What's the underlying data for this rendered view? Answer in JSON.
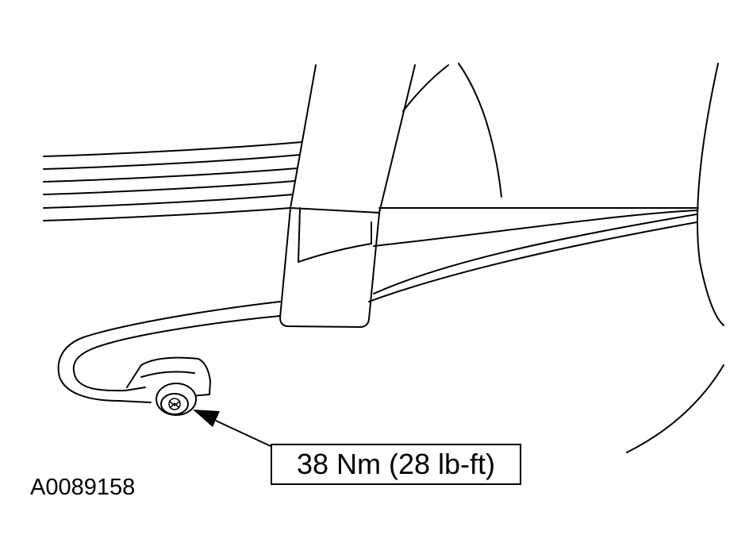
{
  "callout": {
    "torque": "38 Nm (28 lb-ft)"
  },
  "figure": {
    "id": "A0089158"
  },
  "colors": {
    "line": "#000000",
    "background": "#ffffff"
  },
  "icons": {
    "fastener": "torx-bolt-icon",
    "pointer": "arrowhead"
  }
}
